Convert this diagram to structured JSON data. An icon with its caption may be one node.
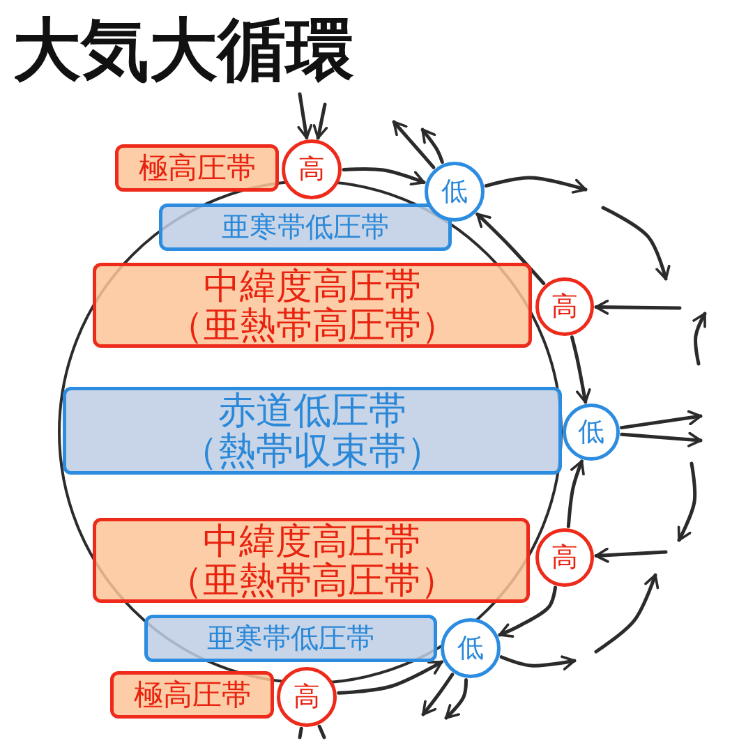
{
  "diagram": {
    "title": "大気大循環",
    "nodes": [
      {
        "text": [
          "極高圧帯"
        ]
      },
      {
        "text": [
          "高"
        ]
      },
      {
        "text": [
          "亜寒帯低圧帯"
        ]
      },
      {
        "text": [
          "低"
        ]
      },
      {
        "text": [
          "中緯度高圧帯",
          "（亜熱帯高圧帯）"
        ]
      },
      {
        "text": [
          "高"
        ]
      },
      {
        "text": [
          "赤道低圧帯",
          "（熱帯収束帯）"
        ]
      },
      {
        "text": [
          "低"
        ]
      },
      {
        "text": [
          "中緯度高圧帯",
          "（亜熱帯高圧帯）"
        ]
      },
      {
        "text": [
          "高"
        ]
      },
      {
        "text": [
          "亜寒帯低圧帯"
        ]
      },
      {
        "text": [
          "低"
        ]
      },
      {
        "text": [
          "極高圧帯"
        ]
      },
      {
        "text": [
          "高"
        ]
      }
    ],
    "edges": [
      {
        "from": null,
        "to": 1,
        "arrow": "to"
      },
      {
        "from": null,
        "to": 1,
        "arrow": "to"
      },
      {
        "from": 1,
        "to": 3,
        "arrow": "to"
      },
      {
        "from": 3,
        "to": null,
        "arrow": "to"
      },
      {
        "from": 3,
        "to": null,
        "arrow": "to"
      },
      {
        "from": 5,
        "to": 3,
        "arrow": "to"
      },
      {
        "from": 3,
        "to": null,
        "arrow": "to"
      },
      {
        "from": null,
        "to": 5,
        "arrow": "to"
      },
      {
        "from": 5,
        "to": 7,
        "arrow": "to"
      },
      {
        "from": 7,
        "to": null,
        "arrow": "to"
      },
      {
        "from": 7,
        "to": null,
        "arrow": "to"
      },
      {
        "from": null,
        "to": 9,
        "arrow": "to"
      },
      {
        "from": 9,
        "to": 7,
        "arrow": "to"
      },
      {
        "from": 9,
        "to": 11,
        "arrow": "to"
      },
      {
        "from": 11,
        "to": null,
        "arrow": "to"
      },
      {
        "from": 13,
        "to": 11,
        "arrow": "to"
      },
      {
        "from": 11,
        "to": null,
        "arrow": "to"
      },
      {
        "from": 11,
        "to": null,
        "arrow": "to"
      },
      {
        "from": null,
        "to": 13,
        "arrow": "none"
      },
      {
        "from": null,
        "to": 13,
        "arrow": "none"
      }
    ]
  }
}
